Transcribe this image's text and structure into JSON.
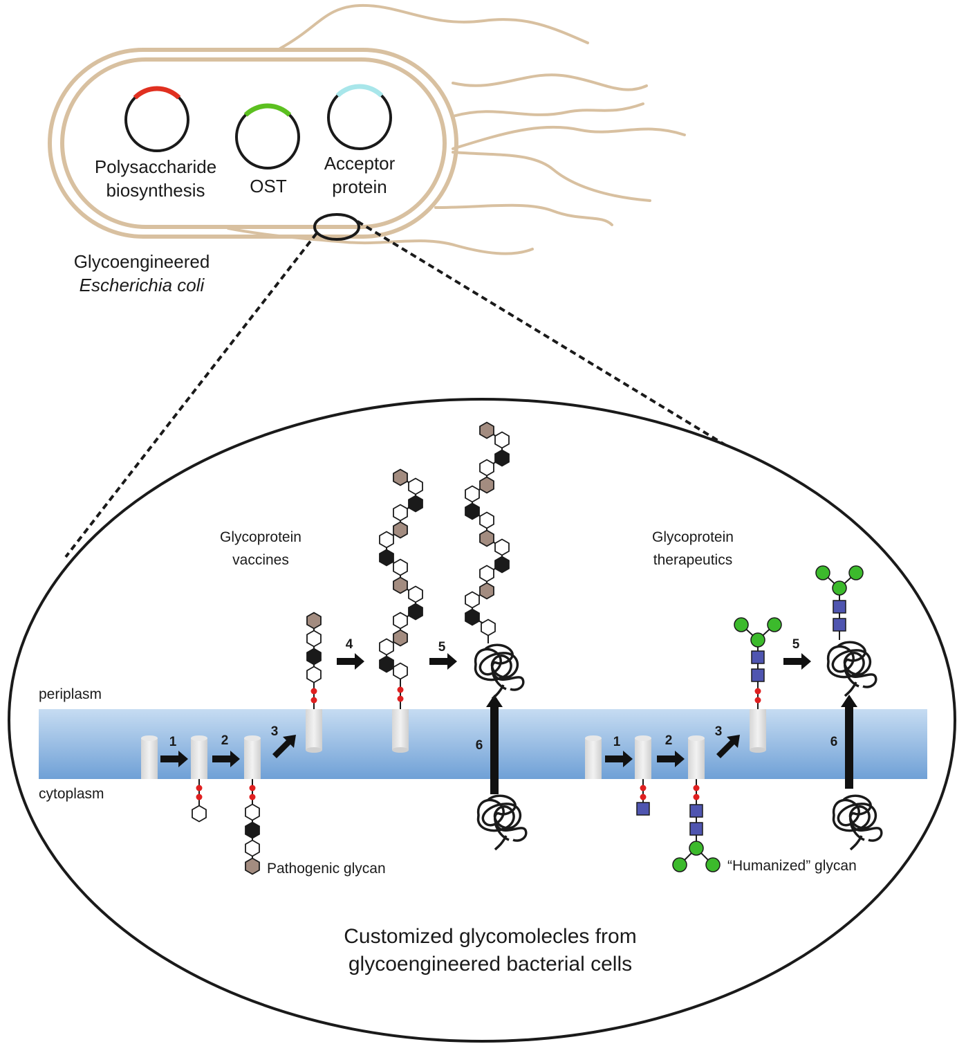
{
  "cell": {
    "plasmids": [
      {
        "line1": "Polysaccharide",
        "line2": "biosynthesis",
        "color": "#e03020"
      },
      {
        "line1": "OST",
        "line2": "",
        "color": "#5cc020"
      },
      {
        "line1": "Acceptor",
        "line2": "protein",
        "color": "#a8e6ea"
      }
    ],
    "name_line1": "Glycoengineered",
    "name_line2": "Escherichia coli"
  },
  "membrane": {
    "top_label": "periplasm",
    "bottom_label": "cytoplasm"
  },
  "vaccines": {
    "title_line1": "Glycoprotein",
    "title_line2": "vaccines",
    "glycan_label": "Pathogenic glycan",
    "steps": [
      "1",
      "2",
      "3",
      "4",
      "5",
      "6"
    ]
  },
  "therapeutics": {
    "title_line1": "Glycoprotein",
    "title_line2": "therapeutics",
    "glycan_label": "“Humanized” glycan",
    "steps": [
      "1",
      "2",
      "3",
      "5",
      "6"
    ]
  },
  "caption_line1": "Customized glycomolecles from",
  "caption_line2": "glycoengineered bacterial cells",
  "colors": {
    "cell_wall": "#d8c0a0",
    "membrane_top": "#c6dcf2",
    "membrane_bottom": "#6fa0d6",
    "red_link": "#e02020",
    "brown_hex": "#a38c80",
    "blue_square": "#4f55b0",
    "green_circle": "#3cba2c"
  }
}
